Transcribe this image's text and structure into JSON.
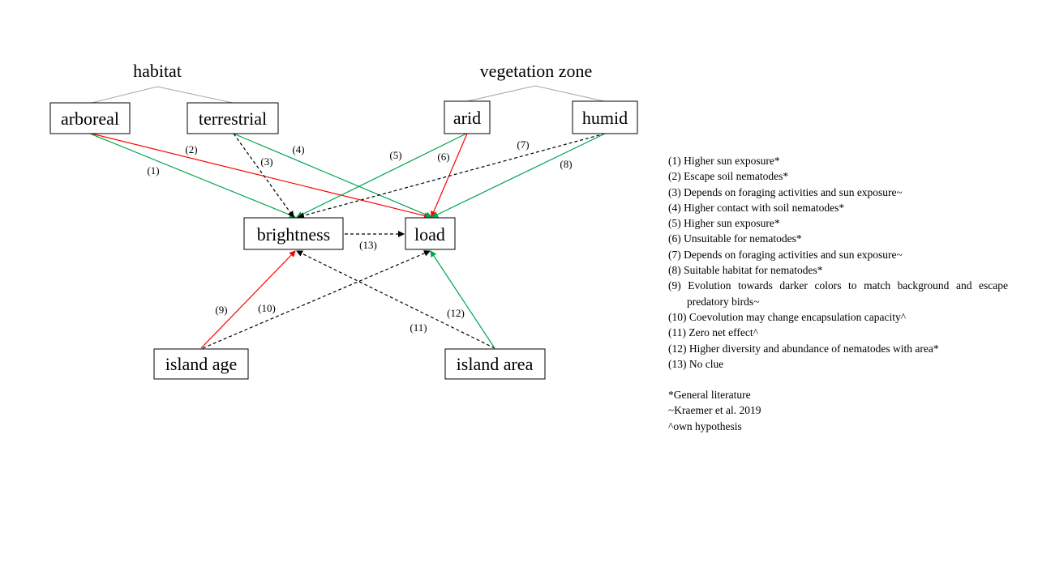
{
  "groups": {
    "habitat": "habitat",
    "vegetation_zone": "vegetation zone"
  },
  "nodes": {
    "arboreal": "arboreal",
    "terrestrial": "terrestrial",
    "arid": "arid",
    "humid": "humid",
    "brightness": "brightness",
    "load": "load",
    "island_age": "island age",
    "island_area": "island area"
  },
  "edges": [
    {
      "id": "1",
      "label": "(1)",
      "from": "arboreal",
      "to": "brightness",
      "color": "#00a550",
      "style": "solid"
    },
    {
      "id": "2",
      "label": "(2)",
      "from": "arboreal",
      "to": "load",
      "color": "#ff0000",
      "style": "solid"
    },
    {
      "id": "3",
      "label": "(3)",
      "from": "terrestrial",
      "to": "brightness",
      "color": "#000000",
      "style": "dashed"
    },
    {
      "id": "4",
      "label": "(4)",
      "from": "terrestrial",
      "to": "load",
      "color": "#00a550",
      "style": "solid"
    },
    {
      "id": "5",
      "label": "(5)",
      "from": "arid",
      "to": "brightness",
      "color": "#00a550",
      "style": "solid"
    },
    {
      "id": "6",
      "label": "(6)",
      "from": "arid",
      "to": "load",
      "color": "#ff0000",
      "style": "solid"
    },
    {
      "id": "7",
      "label": "(7)",
      "from": "humid",
      "to": "brightness",
      "color": "#000000",
      "style": "dashed"
    },
    {
      "id": "8",
      "label": "(8)",
      "from": "humid",
      "to": "load",
      "color": "#00a550",
      "style": "solid"
    },
    {
      "id": "9",
      "label": "(9)",
      "from": "island_age",
      "to": "brightness",
      "color": "#ff0000",
      "style": "solid"
    },
    {
      "id": "10",
      "label": "(10)",
      "from": "island_age",
      "to": "load",
      "color": "#000000",
      "style": "dashed"
    },
    {
      "id": "11",
      "label": "(11)",
      "from": "island_area",
      "to": "brightness",
      "color": "#000000",
      "style": "dashed"
    },
    {
      "id": "12",
      "label": "(12)",
      "from": "island_area",
      "to": "load",
      "color": "#00a550",
      "style": "solid"
    },
    {
      "id": "13",
      "label": "(13)",
      "from": "brightness",
      "to": "load",
      "color": "#000000",
      "style": "dashed"
    }
  ],
  "legend": {
    "items": [
      "(1) Higher sun exposure*",
      "(2) Escape soil nematodes*",
      "(3) Depends on foraging activities and sun exposure~",
      "(4) Higher contact with soil nematodes*",
      "(5) Higher sun exposure*",
      "(6) Unsuitable for nematodes*",
      "(7) Depends on foraging activities and sun exposure~",
      "(8) Suitable habitat for nematodes*",
      "(9) Evolution towards darker colors to match background and escape predatory birds~",
      "(10) Coevolution may change encapsulation capacity^",
      "(11) Zero net effect^",
      "(12) Higher diversity and abundance of nematodes with area*",
      "(13) No clue"
    ],
    "sources": [
      "*General literature",
      "~Kraemer et al. 2019",
      "^own hypothesis"
    ]
  },
  "colors": {
    "positive": "#00a550",
    "negative": "#ff0000",
    "uncertain": "#000000",
    "group_connector": "#a6a6a6"
  }
}
